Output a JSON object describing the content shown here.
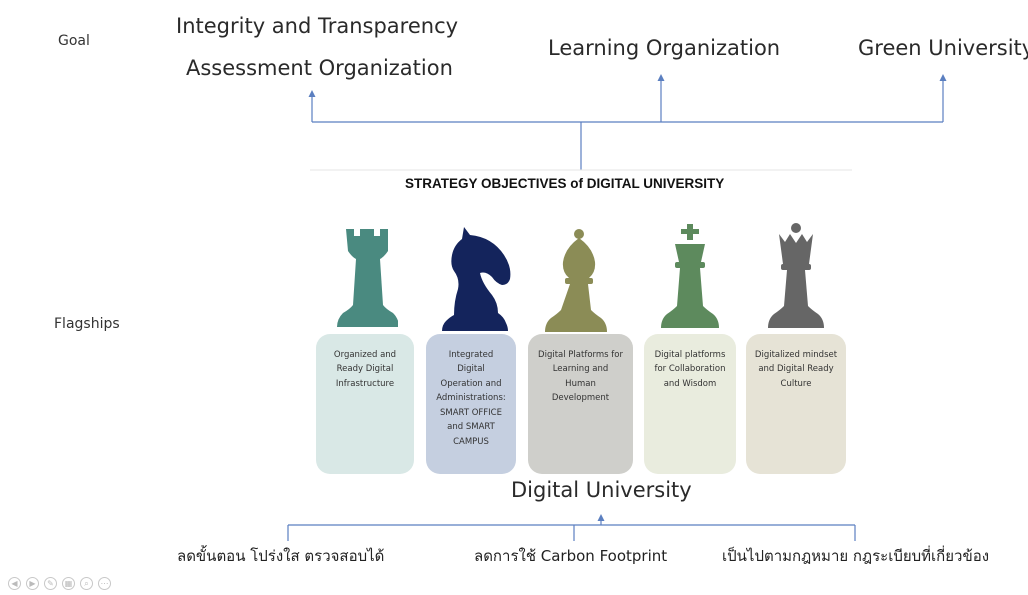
{
  "labels": {
    "goal": "Goal",
    "flagships": "Flagships"
  },
  "goals": [
    "Integrity and Transparency",
    "Assessment Organization",
    "Learning Organization",
    "Green University"
  ],
  "heading": "STRATEGY OBJECTIVES of DIGITAL UNIVERSITY",
  "flagships": [
    {
      "piece": "rook-icon",
      "color": "#4a8a80",
      "card_color": "#d9e8e6",
      "lines": [
        "Organized and",
        "Ready Digital",
        "Infrastructure"
      ]
    },
    {
      "piece": "knight-icon",
      "color": "#14245c",
      "card_color": "#c5cfe0",
      "lines": [
        "Integrated Digital",
        "Operation and",
        "Administrations:",
        "SMART OFFICE",
        "and SMART",
        "CAMPUS"
      ]
    },
    {
      "piece": "bishop-icon",
      "color": "#8b8c56",
      "card_color": "#cfcfcb",
      "lines": [
        "Digital Platforms for",
        "Learning and",
        "Human",
        "Development"
      ]
    },
    {
      "piece": "king-icon",
      "color": "#5d8a5d",
      "card_color": "#e9ecde",
      "lines": [
        "Digital platforms",
        "for Collaboration",
        "and Wisdom"
      ]
    },
    {
      "piece": "queen-icon",
      "color": "#666666",
      "card_color": "#e6e3d6",
      "lines": [
        "Digitalized mindset",
        "and Digital Ready",
        "Culture"
      ]
    }
  ],
  "foundation": "Digital University",
  "principles": [
    "ลดขั้นตอน โปร่งใส ตรวจสอบได้",
    "ลดการใช้ Carbon Footprint",
    "เป็นไปตามกฎหมาย กฎระเบียบที่เกี่ยวข้อง"
  ],
  "colors": {
    "connector": "#5b7fc0",
    "heading_rule": "#e5e5e5"
  }
}
